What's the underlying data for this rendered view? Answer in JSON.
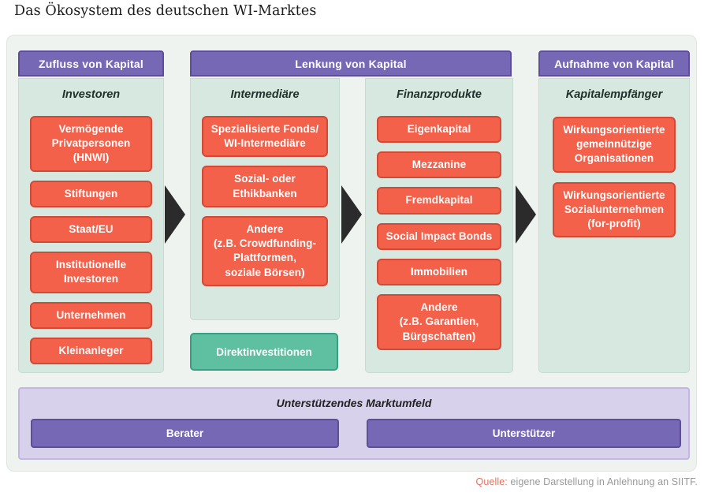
{
  "title": "Das Ökosystem des deutschen WI-Marktes",
  "flow": {
    "headers": [
      {
        "label": "Zufluss von Kapital"
      },
      {
        "label": "Lenkung von Kapital"
      },
      {
        "label": "Aufnahme von Kapital"
      }
    ],
    "columns": [
      {
        "label": "Investoren",
        "items": [
          "Vermögende\nPrivatpersonen\n(HNWI)",
          "Stiftungen",
          "Staat/EU",
          "Institutionelle\nInvestoren",
          "Unternehmen",
          "Kleinanleger"
        ]
      },
      {
        "label": "Intermediäre",
        "items": [
          "Spezialisierte Fonds/\nWI-Intermediäre",
          "Sozial- oder\nEthikbanken",
          "Andere\n(z.B. Crowdfunding-\nPlattformen,\nsoziale Börsen)"
        ]
      },
      {
        "label": "Finanzprodukte",
        "items": [
          "Eigenkapital",
          "Mezzanine",
          "Fremdkapital",
          "Social Impact Bonds",
          "Immobilien",
          "Andere\n(z.B. Garantien,\nBürgschaften)"
        ]
      },
      {
        "label": "Kapitalempfänger",
        "items": [
          "Wirkungsorientierte\ngemeinnützige\nOrganisationen",
          "Wirkungsorientierte\nSozialunternehmen\n(for-profit)"
        ]
      }
    ],
    "direct_investment_label": "Direktinvestitionen"
  },
  "market_environment": {
    "label": "Unterstützendes Marktumfeld",
    "items": [
      "Berater",
      "Unterstützer"
    ]
  },
  "source": {
    "prefix": "Quelle:",
    "text": " eigene Darstellung in Anlehnung an SIITF."
  },
  "colors": {
    "header_purple": "#7768b6",
    "header_purple_border": "#5d4d9b",
    "box_coral": "#f4614b",
    "box_coral_border": "#d04a36",
    "box_green": "#5ec0a0",
    "panel_mint": "#d7e8e0",
    "band_lavender": "#d8d1ec",
    "canvas_background": "#eff3ef",
    "arrow_black": "#2b2b2b",
    "source_accent": "#e0735c"
  }
}
